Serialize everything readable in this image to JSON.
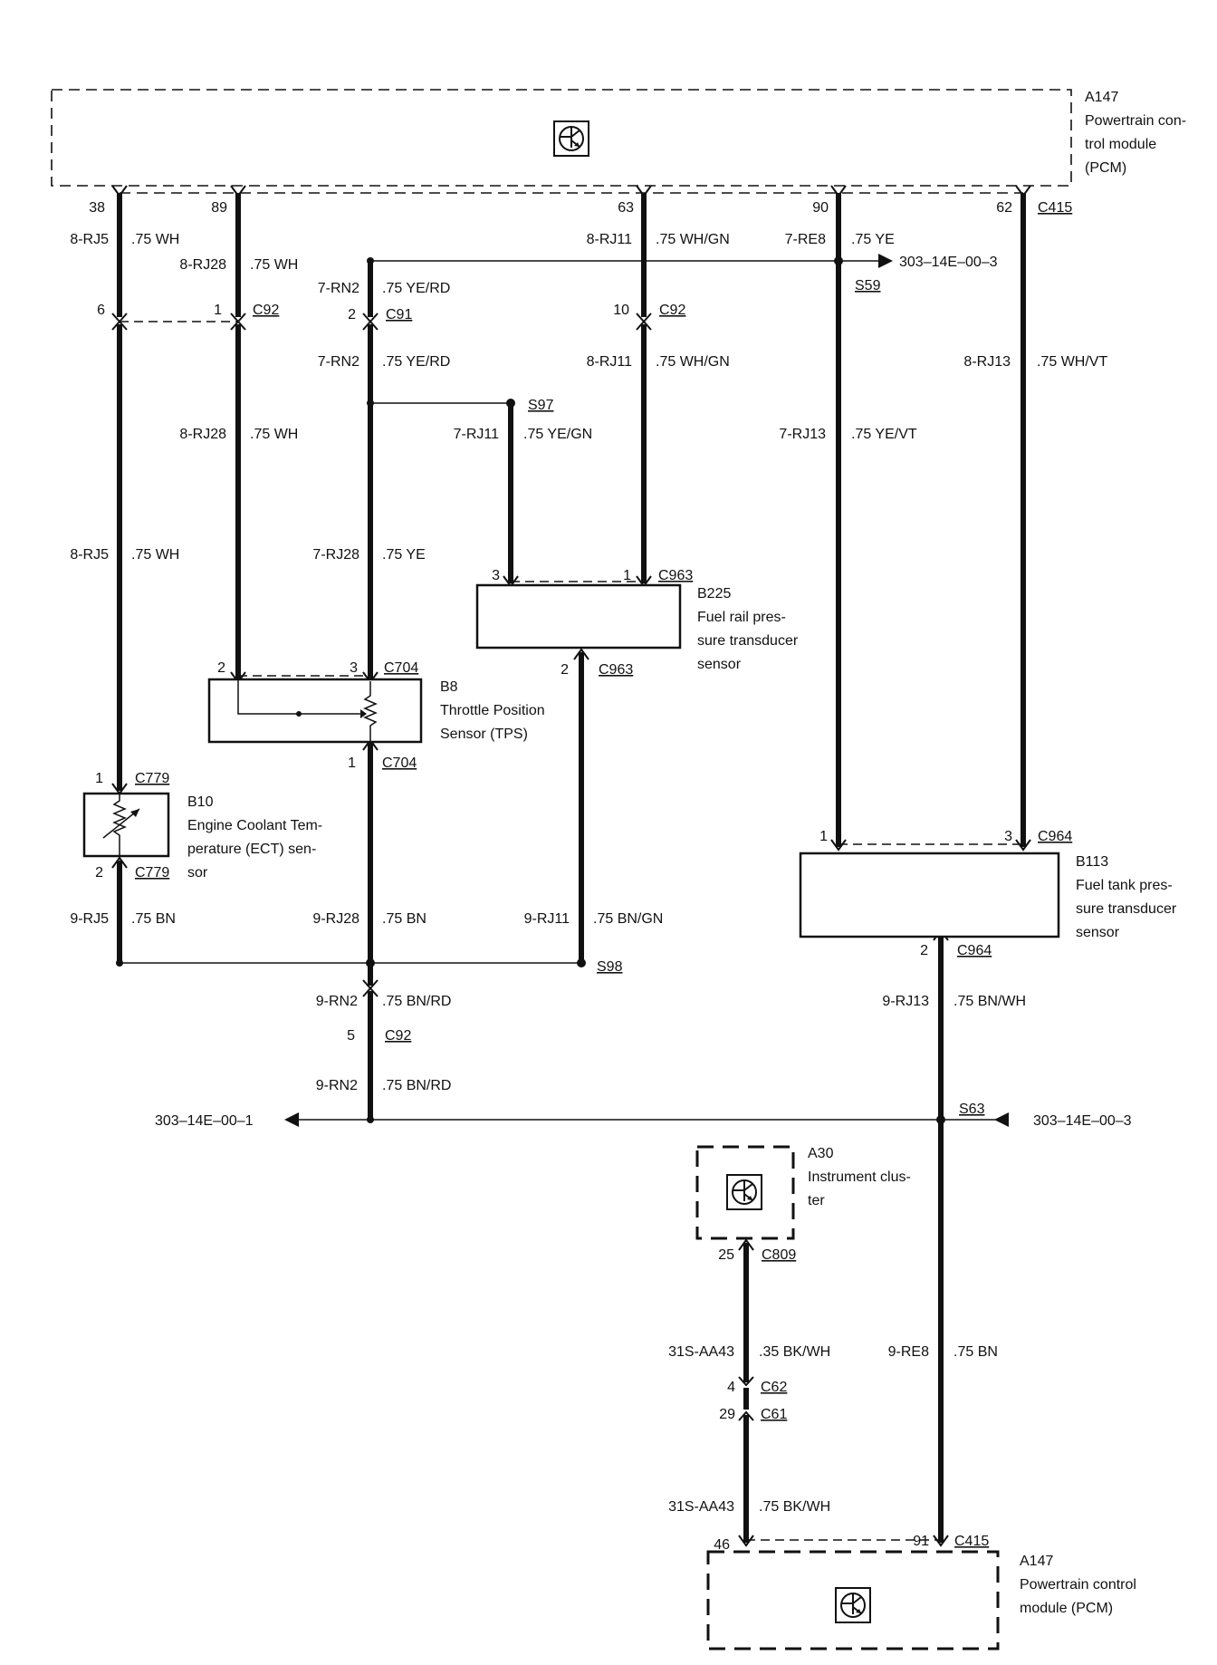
{
  "modules": {
    "pcm_top": {
      "id": "A147",
      "desc": [
        "Powertrain con-",
        "trol module",
        "(PCM)"
      ]
    },
    "pcm_bottom": {
      "id": "A147",
      "desc": [
        "Powertrain control",
        "module (PCM)"
      ]
    },
    "cluster": {
      "id": "A30",
      "desc": [
        "Instrument clus-",
        "ter"
      ]
    }
  },
  "components": {
    "b225": {
      "id": "B225",
      "desc": [
        "Fuel rail pres-",
        "sure transducer",
        "sensor"
      ]
    },
    "b8": {
      "id": "B8",
      "desc": [
        "Throttle Position",
        "Sensor (TPS)"
      ]
    },
    "b10": {
      "id": "B10",
      "desc": [
        "Engine Coolant Tem-",
        "perature (ECT) sen-",
        "sor"
      ]
    },
    "b113": {
      "id": "B113",
      "desc": [
        "Fuel tank pres-",
        "sure transducer",
        "sensor"
      ]
    }
  },
  "splices": {
    "s59": "S59",
    "s97": "S97",
    "s98": "S98",
    "s63": "S63"
  },
  "references": {
    "ref_top_right": "303–14E–00–3",
    "ref_left": "303–14E–00–1",
    "ref_right": "303–14E–00–3"
  },
  "pins": {
    "p38": "38",
    "p89": "89",
    "p63": "63",
    "p90": "90",
    "p62": "62",
    "p6": "6",
    "p1_c92": "1",
    "p2_c91": "2",
    "p10": "10",
    "p3_c963": "3",
    "p1_c963": "1",
    "p2_c963": "2",
    "p2_c704": "2",
    "p3_c704": "3",
    "p1_c704": "1",
    "p1_c779": "1",
    "p2_c779": "2",
    "p1_c964": "1",
    "p3_c964": "3",
    "p2_c964": "2",
    "p5_c92": "5",
    "p25": "25",
    "p4": "4",
    "p29": "29",
    "p46": "46",
    "p91": "91"
  },
  "connectors": {
    "c415_top": "C415",
    "c92_a": "C92",
    "c91": "C91",
    "c92_b": "C92",
    "c963_a": "C963",
    "c963_b": "C963",
    "c704_a": "C704",
    "c704_b": "C704",
    "c779_a": "C779",
    "c779_b": "C779",
    "c964_a": "C964",
    "c964_b": "C964",
    "c92_c": "C92",
    "c809": "C809",
    "c62": "C62",
    "c61": "C61",
    "c415_bottom": "C415"
  },
  "wires": {
    "w1": {
      "circuit": "8-RJ5",
      "spec": ".75 WH"
    },
    "w2": {
      "circuit": "8-RJ28",
      "spec": ".75 WH"
    },
    "w3": {
      "circuit": "8-RJ11",
      "spec": ".75 WH/GN"
    },
    "w4": {
      "circuit": "7-RE8",
      "spec": ".75 YE"
    },
    "w5": {
      "circuit": "7-RN2",
      "spec": ".75 YE/RD"
    },
    "w6": {
      "circuit": "7-RN2",
      "spec": ".75 YE/RD"
    },
    "w7": {
      "circuit": "8-RJ11",
      "spec": ".75 WH/GN"
    },
    "w8": {
      "circuit": "8-RJ13",
      "spec": ".75 WH/VT"
    },
    "w9": {
      "circuit": "8-RJ28",
      "spec": ".75 WH"
    },
    "w10": {
      "circuit": "7-RJ11",
      "spec": ".75 YE/GN"
    },
    "w11": {
      "circuit": "7-RJ13",
      "spec": ".75 YE/VT"
    },
    "w12": {
      "circuit": "8-RJ5",
      "spec": ".75 WH"
    },
    "w13": {
      "circuit": "7-RJ28",
      "spec": ".75 YE"
    },
    "w14": {
      "circuit": "9-RJ5",
      "spec": ".75 BN"
    },
    "w15": {
      "circuit": "9-RJ28",
      "spec": ".75 BN"
    },
    "w16": {
      "circuit": "9-RJ11",
      "spec": ".75 BN/GN"
    },
    "w17": {
      "circuit": "9-RN2",
      "spec": ".75 BN/RD"
    },
    "w18": {
      "circuit": "9-RJ13",
      "spec": ".75 BN/WH"
    },
    "w19": {
      "circuit": "9-RN2",
      "spec": ".75 BN/RD"
    },
    "w20": {
      "circuit": "31S-AA43",
      "spec": ".35 BK/WH"
    },
    "w21": {
      "circuit": "9-RE8",
      "spec": ".75 BN"
    },
    "w22": {
      "circuit": "31S-AA43",
      "spec": ".75 BK/WH"
    }
  }
}
